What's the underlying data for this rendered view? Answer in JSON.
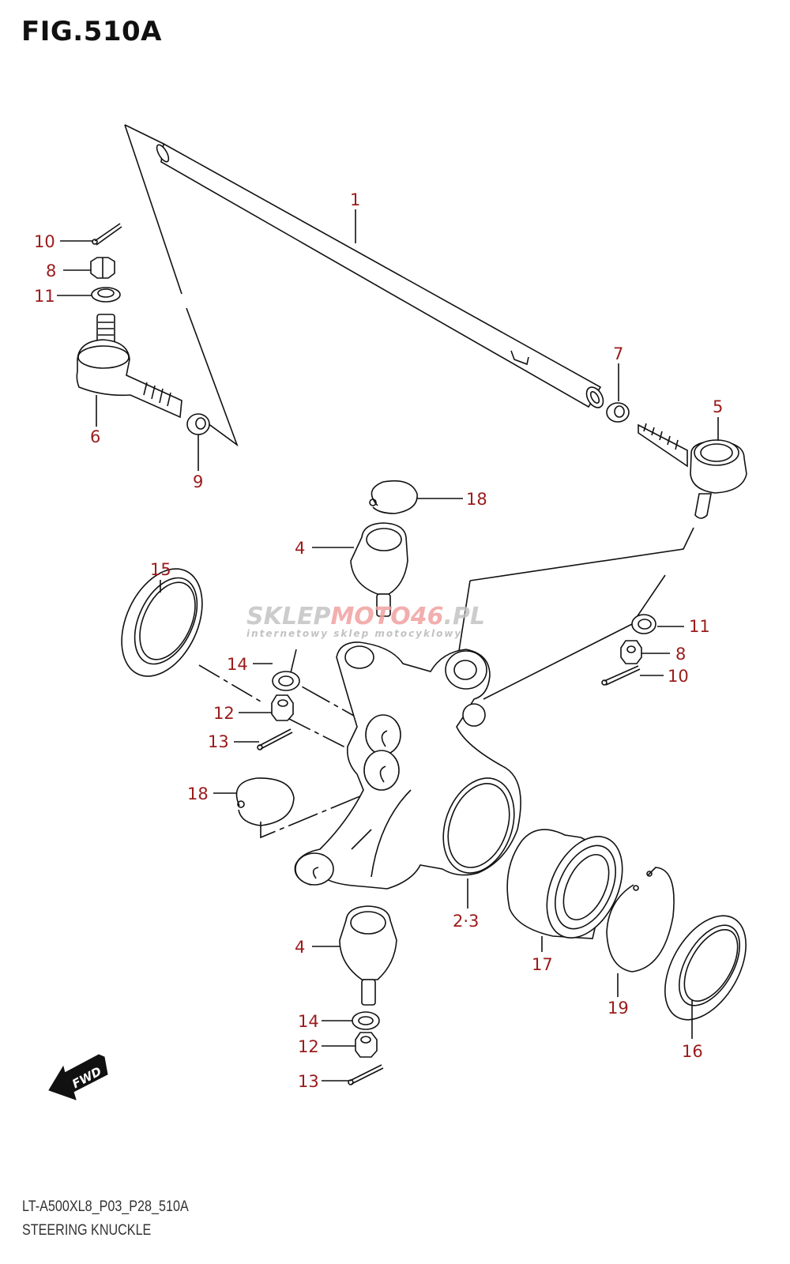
{
  "figure": {
    "title": "FIG.510A",
    "code": "LT-A500XL8_P03_P28_510A",
    "name": "STEERING KNUCKLE",
    "label_color": "#9b1b1b",
    "line_color": "#111111"
  },
  "watermark": {
    "part1": "SKLEP",
    "part2": "MOTO",
    "part3": "46",
    "part4": ".PL",
    "tagline": "internetowy sklep motocyklowy",
    "gray": "#c4c4c4",
    "red": "#f2a0a0"
  },
  "fwd_badge": {
    "text": "FWD",
    "icon": "fwd-arrow-icon"
  },
  "callouts": [
    {
      "id": "c1",
      "text": "1",
      "part": "tie-rod"
    },
    {
      "id": "c7",
      "text": "7",
      "part": "lock-nut-right"
    },
    {
      "id": "c5",
      "text": "5",
      "part": "tie-rod-end-right"
    },
    {
      "id": "c10a",
      "text": "10",
      "part": "cotter-pin-left-top"
    },
    {
      "id": "c8a",
      "text": "8",
      "part": "castle-nut-left-top"
    },
    {
      "id": "c11a",
      "text": "11",
      "part": "washer-left-top"
    },
    {
      "id": "c6",
      "text": "6",
      "part": "tie-rod-end-left"
    },
    {
      "id": "c9",
      "text": "9",
      "part": "lock-nut-left"
    },
    {
      "id": "c18a",
      "text": "18",
      "part": "circlip-upper"
    },
    {
      "id": "c4a",
      "text": "4",
      "part": "ball-joint-upper"
    },
    {
      "id": "c15",
      "text": "15",
      "part": "oil-seal-left"
    },
    {
      "id": "c11b",
      "text": "11",
      "part": "washer-right"
    },
    {
      "id": "c8b",
      "text": "8",
      "part": "castle-nut-right"
    },
    {
      "id": "c10b",
      "text": "10",
      "part": "cotter-pin-right"
    },
    {
      "id": "c14a",
      "text": "14",
      "part": "washer-upper"
    },
    {
      "id": "c12a",
      "text": "12",
      "part": "castle-nut-upper"
    },
    {
      "id": "c13a",
      "text": "13",
      "part": "cotter-pin-upper"
    },
    {
      "id": "c18b",
      "text": "18",
      "part": "circlip-lower"
    },
    {
      "id": "c23",
      "text": "2·3",
      "part": "steering-knuckle"
    },
    {
      "id": "c4b",
      "text": "4",
      "part": "ball-joint-lower"
    },
    {
      "id": "c17",
      "text": "17",
      "part": "wheel-bearing"
    },
    {
      "id": "c19",
      "text": "19",
      "part": "snap-ring"
    },
    {
      "id": "c16",
      "text": "16",
      "part": "oil-seal-right"
    },
    {
      "id": "c14b",
      "text": "14",
      "part": "washer-lower"
    },
    {
      "id": "c12b",
      "text": "12",
      "part": "castle-nut-lower"
    },
    {
      "id": "c13b",
      "text": "13",
      "part": "cotter-pin-lower"
    }
  ]
}
